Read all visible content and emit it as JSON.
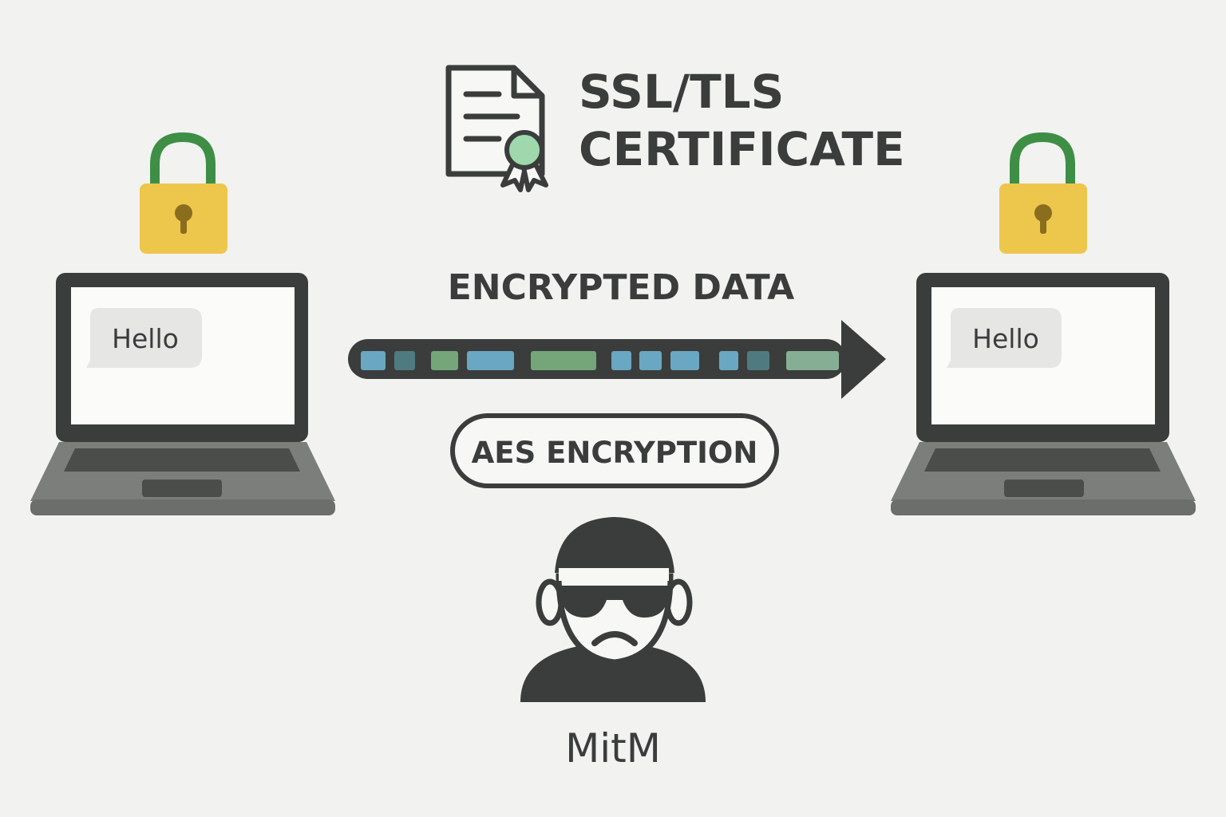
{
  "certificate": {
    "line1": "SSL/TLS",
    "line2": "CERTIFICATE"
  },
  "transfer": {
    "title": "ENCRYPTED DATA",
    "badge": "AES ENCRYPTION"
  },
  "sender": {
    "message": "Hello"
  },
  "receiver": {
    "message": "Hello"
  },
  "attacker": {
    "label": "MitM"
  },
  "colors": {
    "background": "#f2f2f1",
    "outline": "#3a3d3b",
    "lock_body": "#edc64c",
    "lock_shackle": "#3e8f45",
    "seal": "#9fd8ac",
    "packet_blue": "#6aa7c2",
    "packet_teal": "#4f7b80",
    "packet_green": "#74a67a",
    "packet_sage": "#86ae95"
  }
}
